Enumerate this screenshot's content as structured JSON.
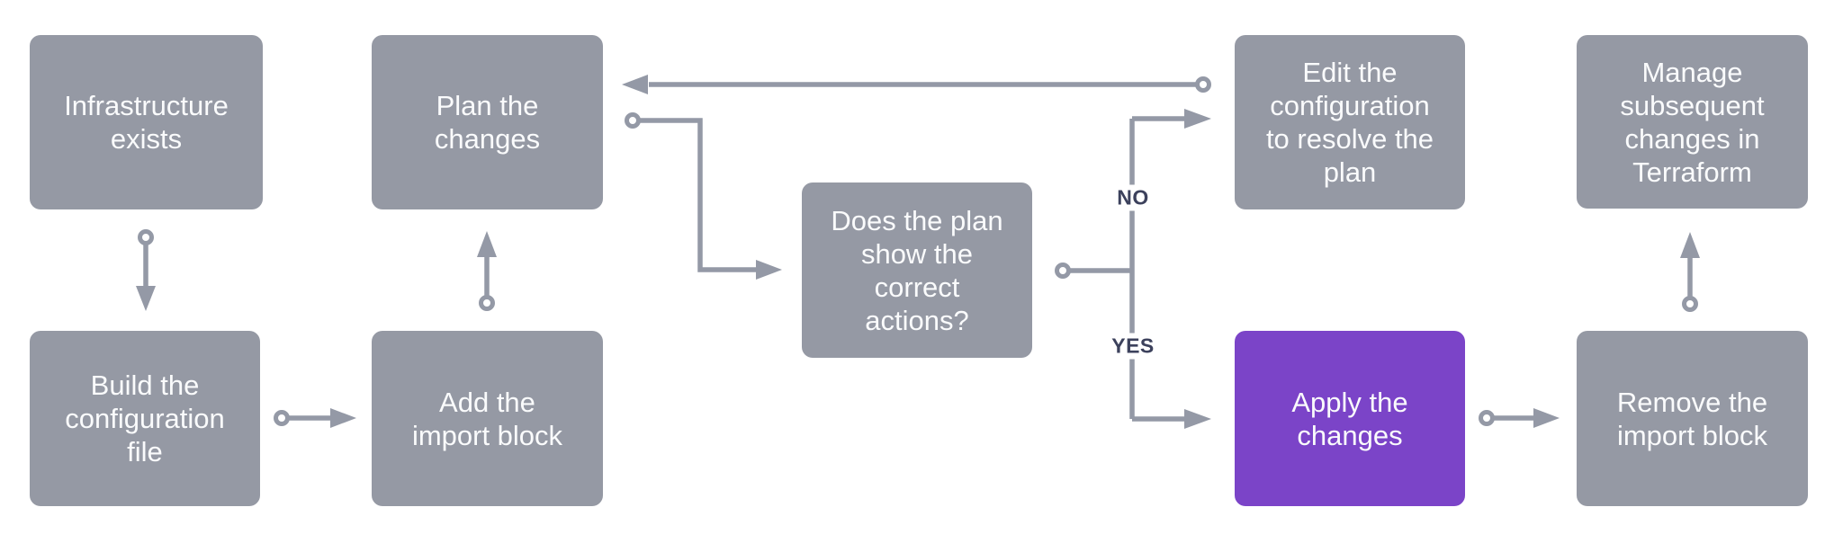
{
  "diagram": {
    "type": "flowchart",
    "topic": "Terraform import workflow"
  },
  "colors": {
    "background": "#FFFFFF",
    "node_fill": "#9599A4",
    "accent_fill": "#7B44C8",
    "node_text": "#FAFBFC",
    "connector": "#9499A6",
    "edge_label_text": "#3C415C"
  },
  "nodes": {
    "infrastructure_exists": {
      "label": "Infrastructure\nexists",
      "fill": "gray"
    },
    "plan_changes": {
      "label": "Plan the\nchanges",
      "fill": "gray"
    },
    "edit_config": {
      "label": "Edit the\nconfiguration\nto resolve the\nplan",
      "fill": "gray"
    },
    "manage_changes": {
      "label": "Manage\nsubsequent\nchanges in\nTerraform",
      "fill": "gray"
    },
    "decision": {
      "label": "Does the plan\nshow the\ncorrect\nactions?",
      "fill": "gray"
    },
    "build_config": {
      "label": "Build the\nconfiguration\nfile",
      "fill": "gray"
    },
    "add_import": {
      "label": "Add the\nimport block",
      "fill": "gray"
    },
    "apply_changes": {
      "label": "Apply the\nchanges",
      "fill": "purple"
    },
    "remove_import": {
      "label": "Remove the\nimport block",
      "fill": "gray"
    }
  },
  "edges": [
    {
      "from": "infrastructure_exists",
      "to": "build_config",
      "label": ""
    },
    {
      "from": "build_config",
      "to": "add_import",
      "label": ""
    },
    {
      "from": "add_import",
      "to": "plan_changes",
      "label": ""
    },
    {
      "from": "plan_changes",
      "to": "decision",
      "label": ""
    },
    {
      "from": "decision",
      "to": "edit_config",
      "label": "NO"
    },
    {
      "from": "decision",
      "to": "apply_changes",
      "label": "YES"
    },
    {
      "from": "edit_config",
      "to": "plan_changes",
      "label": ""
    },
    {
      "from": "apply_changes",
      "to": "remove_import",
      "label": ""
    },
    {
      "from": "remove_import",
      "to": "manage_changes",
      "label": ""
    }
  ]
}
